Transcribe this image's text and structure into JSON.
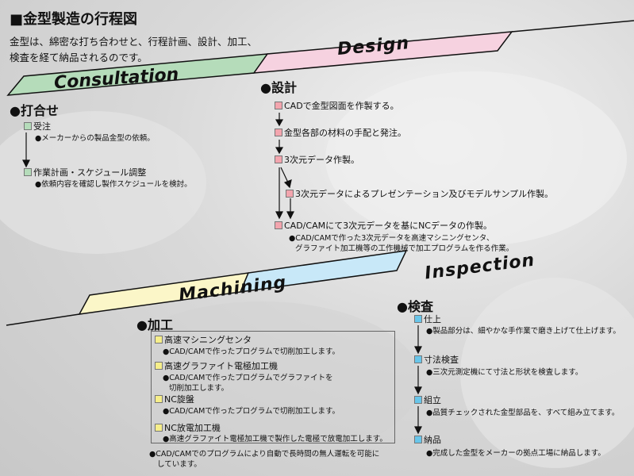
{
  "title": "■金型製造の行程図",
  "intro": [
    "金型は、綿密な打ち合わせと、行程計画、設計、加工、",
    "検査を経て納品されるのです。"
  ],
  "colors": {
    "consultation": "#b5dcba",
    "design": "#f6d2e0",
    "machining": "#fbf6c8",
    "inspection": "#c8e8f8",
    "sq_consult": "#b5dcba",
    "sq_design": "#f3a5ae",
    "sq_machining": "#f6ee8a",
    "sq_inspection": "#69c6ea"
  },
  "bands": {
    "consultation": "Consultation",
    "design": "Design",
    "machining": "Machining",
    "inspection": "Inspection"
  },
  "consultation": {
    "heading": "●打合せ",
    "items": [
      {
        "label": "受注",
        "note": "●メーカーからの製品金型の依頼。"
      },
      {
        "label": "作業計画・スケジュール調整",
        "note": "●依頼内容を確認し製作スケジュールを検討。"
      }
    ]
  },
  "design": {
    "heading": "●設計",
    "items": [
      "CADで金型図面を作製する。",
      "金型各部の材料の手配と発注。",
      "3次元データ作製。",
      "3次元データによるプレゼンテーション及びモデルサンプル作製。",
      "CAD/CAMにて3次元データを基にNCデータの作製。"
    ],
    "notes": [
      "●CAD/CAMで作った3次元データを高速マシニングセンタ、",
      "グラファイト加工機等の工作機械で加工プログラムを作る作業。"
    ]
  },
  "machining": {
    "heading": "●加工",
    "items": [
      {
        "label": "高速マシニングセンタ",
        "notes": [
          "●CAD/CAMで作ったプログラムで切削加工します。"
        ]
      },
      {
        "label": "高速グラファイト電極加工機",
        "notes": [
          "●CAD/CAMで作ったプログラムでグラファイトを",
          "切削加工します。"
        ]
      },
      {
        "label": "NC旋盤",
        "notes": [
          "●CAD/CAMで作ったプログラムで切削加工します。"
        ]
      },
      {
        "label": "NC放電加工機",
        "notes": [
          "●高速グラファイト電極加工機で製作した電極で放電加工します。"
        ]
      }
    ],
    "footnote": [
      "●CAD/CAMでのプログラムにより自動で長時間の無人運転を可能に",
      "しています。"
    ]
  },
  "inspection": {
    "heading": "●検査",
    "items": [
      {
        "label": "仕上",
        "note": "●製品部分は、細やかな手作業で磨き上げて仕上げます。"
      },
      {
        "label": "寸法検査",
        "note": "●三次元測定機にて寸法と形状を検査します。"
      },
      {
        "label": "組立",
        "note": "●品質チェックされた金型部品を、すべて組み立てます。"
      },
      {
        "label": "納品",
        "note": "●完成した金型をメーカーの拠点工場に納品します。"
      }
    ]
  }
}
